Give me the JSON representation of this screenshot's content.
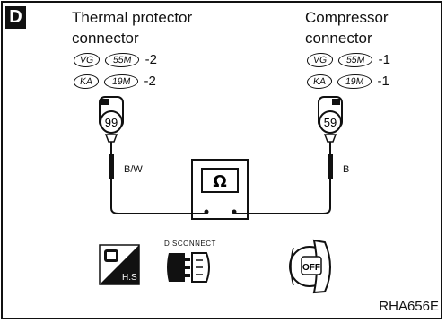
{
  "step_label": "D",
  "left_connector": {
    "title_line1": "Thermal protector",
    "title_line2": "connector",
    "codes": [
      {
        "model": "VG",
        "connector": "55M",
        "suffix": "-2"
      },
      {
        "model": "KA",
        "connector": "19M",
        "suffix": "-2"
      }
    ],
    "terminal": "99",
    "wire": "B/W"
  },
  "right_connector": {
    "title_line1": "Compressor",
    "title_line2": "connector",
    "codes": [
      {
        "model": "VG",
        "connector": "55M",
        "suffix": "-1"
      },
      {
        "model": "KA",
        "connector": "19M",
        "suffix": "-1"
      }
    ],
    "terminal": "59",
    "wire": "B"
  },
  "meter_symbol": "Ω",
  "icons": {
    "hs_label": "H.S",
    "disconnect_label": "DISCONNECT",
    "off_label": "OFF",
    "hs_icon": "harness-side-icon",
    "disconnect_icon": "connector-disconnect-icon",
    "ignition_icon": "ignition-key-off-icon"
  },
  "reference_code": "RHA656E"
}
